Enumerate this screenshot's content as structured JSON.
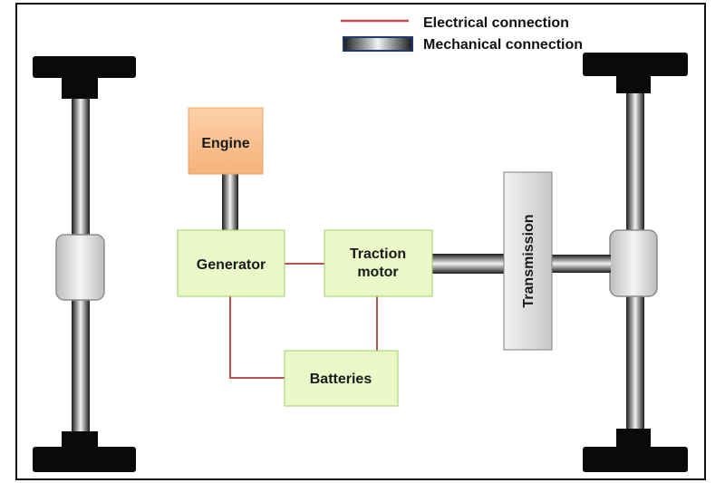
{
  "legend": {
    "electrical_label": "Electrical connection",
    "mechanical_label": "Mechanical connection"
  },
  "components": {
    "engine": "Engine",
    "generator": "Generator",
    "traction_motor_line1": "Traction",
    "traction_motor_line2": "motor",
    "batteries": "Batteries",
    "transmission": "Transmission"
  },
  "colors": {
    "electrical_line": "#c0504d",
    "engine_fill": "#fac08f",
    "component_fill": "#ebf8c7",
    "component_stroke": "#9bd06a",
    "wheel": "#0a0a0a",
    "transmission_fill": "#d9d9d9"
  }
}
